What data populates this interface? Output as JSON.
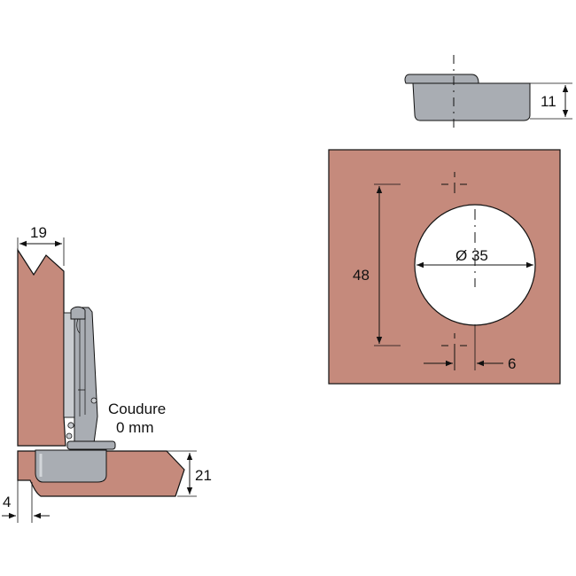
{
  "colors": {
    "wood": "#c58a7c",
    "metal": "#a9adb3",
    "metal_dark": "#8d9298",
    "line": "#111111",
    "background": "#ffffff"
  },
  "dimensions": {
    "thickness": "19",
    "cup_depth": "11",
    "distance_48": "48",
    "cup_diameter": "Ø 35",
    "edge_offset": "6",
    "overlay_height": "21",
    "gap": "4"
  },
  "labels": {
    "coudure_line1": "Coudure",
    "coudure_line2": "0 mm"
  }
}
